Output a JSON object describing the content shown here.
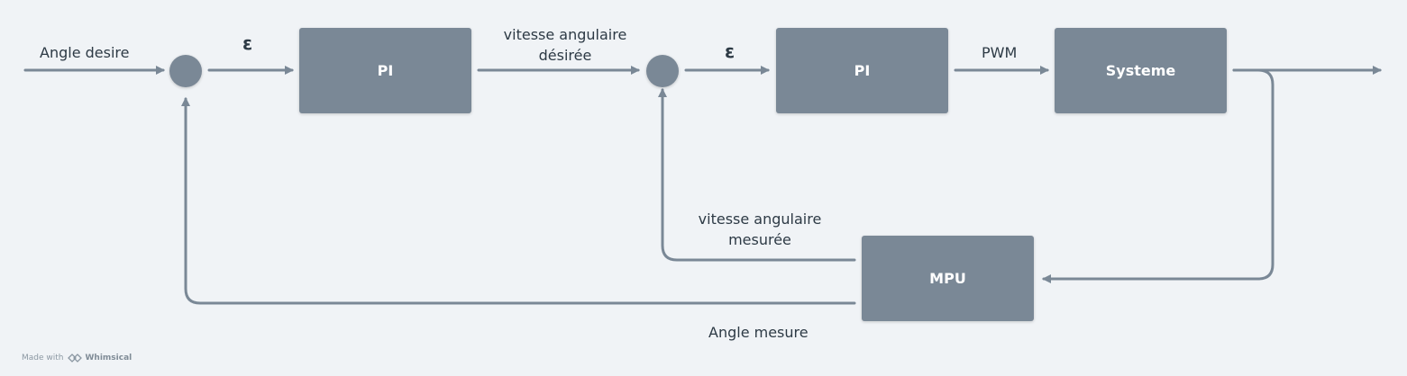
{
  "blocks": {
    "pi_outer": "PI",
    "pi_inner": "PI",
    "systeme": "Systeme",
    "mpu": "MPU"
  },
  "labels": {
    "angle_desire": "Angle desire",
    "epsilon_1": "ε",
    "vitesse_desiree_line1": "vitesse angulaire",
    "vitesse_desiree_line2": "désirée",
    "epsilon_2": "ε",
    "pwm": "PWM",
    "vitesse_mesuree_line1": "vitesse angulaire",
    "vitesse_mesuree_line2": "mesurée",
    "angle_mesure": "Angle mesure"
  },
  "footer": {
    "made_with": "Made with",
    "brand": "Whimsical"
  },
  "colors": {
    "block": "#7a8896",
    "line": "#7a8896",
    "text": "#2d3a45",
    "background": "#f0f3f6"
  }
}
